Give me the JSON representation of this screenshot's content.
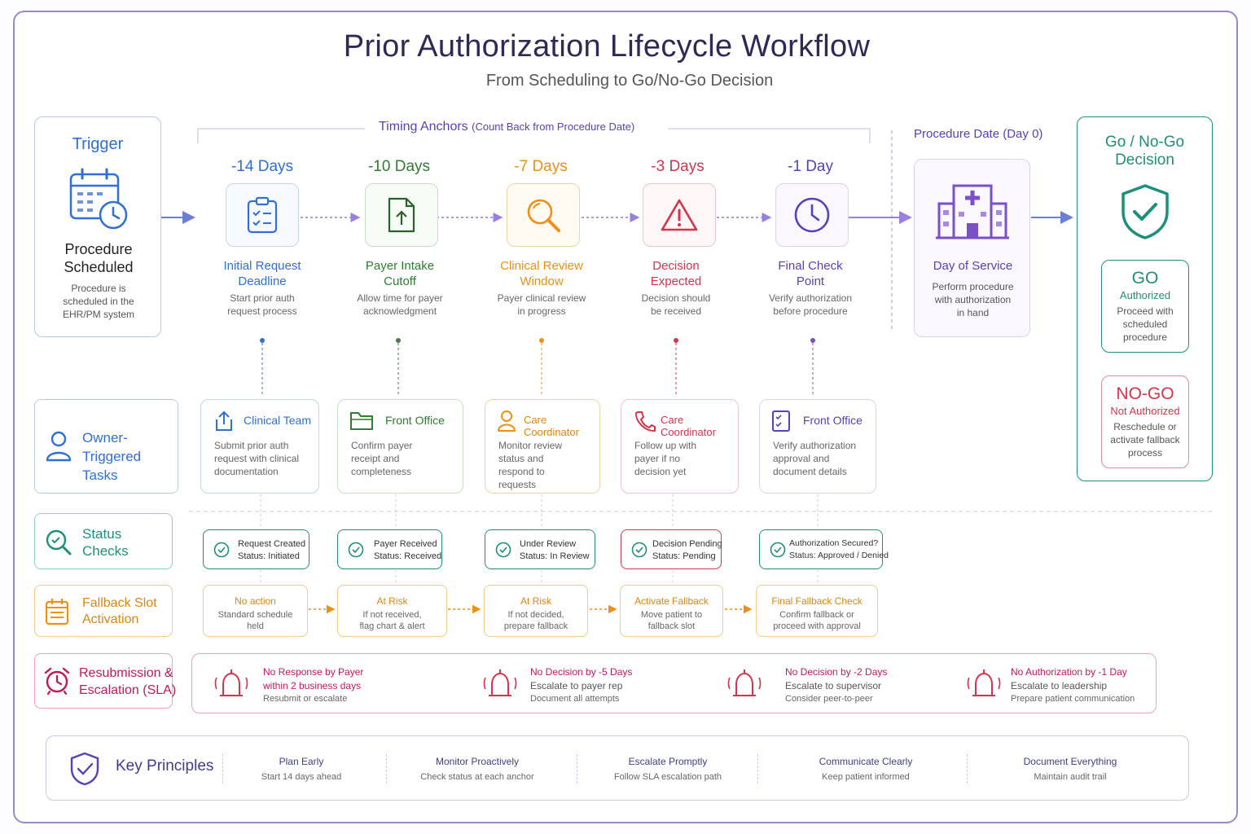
{
  "title": "Prior Authorization Lifecycle Workflow",
  "subtitle": "From Scheduling to Go/No-Go Decision",
  "trigger": {
    "header": "Trigger",
    "title_line1": "Procedure",
    "title_line2": "Scheduled",
    "desc_line1": "Procedure is",
    "desc_line2": "scheduled in the",
    "desc_line3": "EHR/PM system"
  },
  "timing_anchors": {
    "label": "Timing Anchors",
    "note": "(Count Back from Procedure Date)"
  },
  "procedure_date_label": "Procedure Date (Day 0)",
  "milestones": [
    {
      "day": "-14 Days",
      "title_line1": "Initial Request",
      "title_line2": "Deadline",
      "desc_line1": "Start prior auth",
      "desc_line2": "request process",
      "color": "#2f6fd6"
    },
    {
      "day": "-10 Days",
      "title_line1": "Payer Intake",
      "title_line2": "Cutoff",
      "desc_line1": "Allow time for payer",
      "desc_line2": "acknowledgment",
      "color": "#2e7d32"
    },
    {
      "day": "-7 Days",
      "title_line1": "Clinical Review",
      "title_line2": "Window",
      "desc_line1": "Payer clinical review",
      "desc_line2": "in progress",
      "color": "#ef8f14"
    },
    {
      "day": "-3 Days",
      "title_line1": "Decision",
      "title_line2": "Expected",
      "desc_line1": "Decision should",
      "desc_line2": "be received",
      "color": "#d6334c"
    },
    {
      "day": "-1 Day",
      "title_line1": "Final Check",
      "title_line2": "Point",
      "desc_line1": "Verify authorization",
      "desc_line2": "before procedure",
      "color": "#5b3fb8"
    }
  ],
  "day_of_service": {
    "title": "Day of Service",
    "desc_line1": "Perform procedure",
    "desc_line2": "with authorization",
    "desc_line3": "in hand"
  },
  "decision": {
    "header_line1": "Go / No-Go",
    "header_line2": "Decision",
    "go": {
      "title": "GO",
      "subtitle": "Authorized",
      "desc_line1": "Proceed with",
      "desc_line2": "scheduled",
      "desc_line3": "procedure"
    },
    "nogo": {
      "title": "NO-GO",
      "subtitle": "Not Authorized",
      "desc_line1": "Reschedule or",
      "desc_line2": "activate fallback",
      "desc_line3": "process"
    }
  },
  "row_labels": {
    "owner_tasks_line1": "Owner-Triggered",
    "owner_tasks_line2": "Tasks",
    "status_line1": "Status",
    "status_line2": "Checks",
    "fallback_line1": "Fallback Slot",
    "fallback_line2": "Activation",
    "resub_line1": "Resubmission &",
    "resub_line2": "Escalation (SLA)"
  },
  "tasks": [
    {
      "owner": "Clinical Team",
      "desc": "Submit prior auth request with clinical documentation"
    },
    {
      "owner": "Front Office",
      "desc": "Confirm payer receipt and completeness"
    },
    {
      "owner": "Care Coordinator",
      "desc": "Monitor review status and respond to requests"
    },
    {
      "owner": "Care Coordinator",
      "desc": "Follow up with payer if no decision yet"
    },
    {
      "owner": "Front Office",
      "desc": "Verify authorization approval and document details"
    }
  ],
  "status_checks": [
    {
      "line1": "Request Created",
      "line2": "Status: Initiated"
    },
    {
      "line1": "Payer Received",
      "line2": "Status: Received"
    },
    {
      "line1": "Under Review",
      "line2": "Status: In Review"
    },
    {
      "line1": "Decision Pending",
      "line2": "Status: Pending"
    },
    {
      "line1": "Authorization Secured?",
      "line2": "Status: Approved / Denied"
    }
  ],
  "fallback": [
    {
      "title": "No action",
      "line1": "Standard schedule",
      "line2": "held"
    },
    {
      "title": "At Risk",
      "line1": "If not received,",
      "line2": "flag chart & alert"
    },
    {
      "title": "At Risk",
      "line1": "If not decided,",
      "line2": "prepare fallback"
    },
    {
      "title": "Activate Fallback",
      "line1": "Move patient to",
      "line2": "fallback slot"
    },
    {
      "title": "Final Fallback Check",
      "line1": "Confirm fallback or",
      "line2": "proceed with approval"
    }
  ],
  "escalations": [
    {
      "title": "No Response by Payer",
      "line2": "within 2 business days",
      "line3": "Resubmit or escalate"
    },
    {
      "title": "No Decision by -5 Days",
      "line2": "Escalate to payer rep",
      "line3": "Document all attempts"
    },
    {
      "title": "No Decision by -2 Days",
      "line2": "Escalate to supervisor",
      "line3": "Consider peer-to-peer"
    },
    {
      "title": "No Authorization by -1 Day",
      "line2": "Escalate to leadership",
      "line3": "Prepare patient communication"
    }
  ],
  "key_principles": {
    "label": "Key Principles",
    "items": [
      {
        "title": "Plan Early",
        "desc": "Start 14 days ahead"
      },
      {
        "title": "Monitor Proactively",
        "desc": "Check status at each anchor"
      },
      {
        "title": "Escalate Promptly",
        "desc": "Follow SLA escalation path"
      },
      {
        "title": "Communicate Clearly",
        "desc": "Keep patient informed"
      },
      {
        "title": "Document Everything",
        "desc": "Maintain audit trail"
      }
    ]
  },
  "colors": {
    "blue": "#2f6fd6",
    "green": "#2e7d32",
    "orange": "#ef8f14",
    "red": "#d6334c",
    "purple": "#5b3fb8",
    "teal": "#1f8f7a",
    "pink": "#c2185b"
  }
}
